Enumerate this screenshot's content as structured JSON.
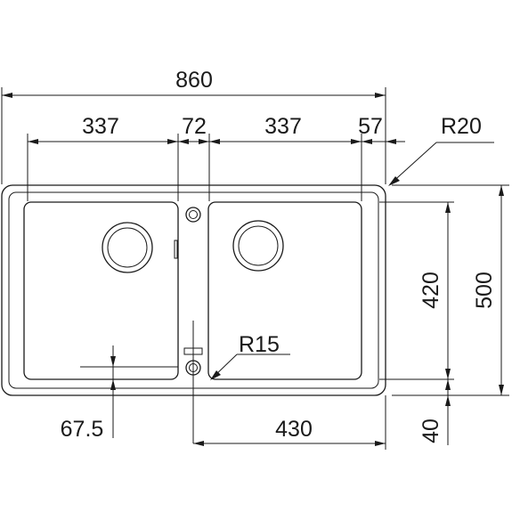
{
  "dimensions": {
    "overall_width": "860",
    "left_bowl_width": "337",
    "divider_width": "72",
    "right_bowl_width": "337",
    "right_margin": "57",
    "corner_radius": "R20",
    "bowl_height": "420",
    "overall_depth": "500",
    "bowl_corner_radius": "R15",
    "drain_offset": "67.5",
    "drain_to_right_edge": "430",
    "bottom_margin": "40"
  }
}
